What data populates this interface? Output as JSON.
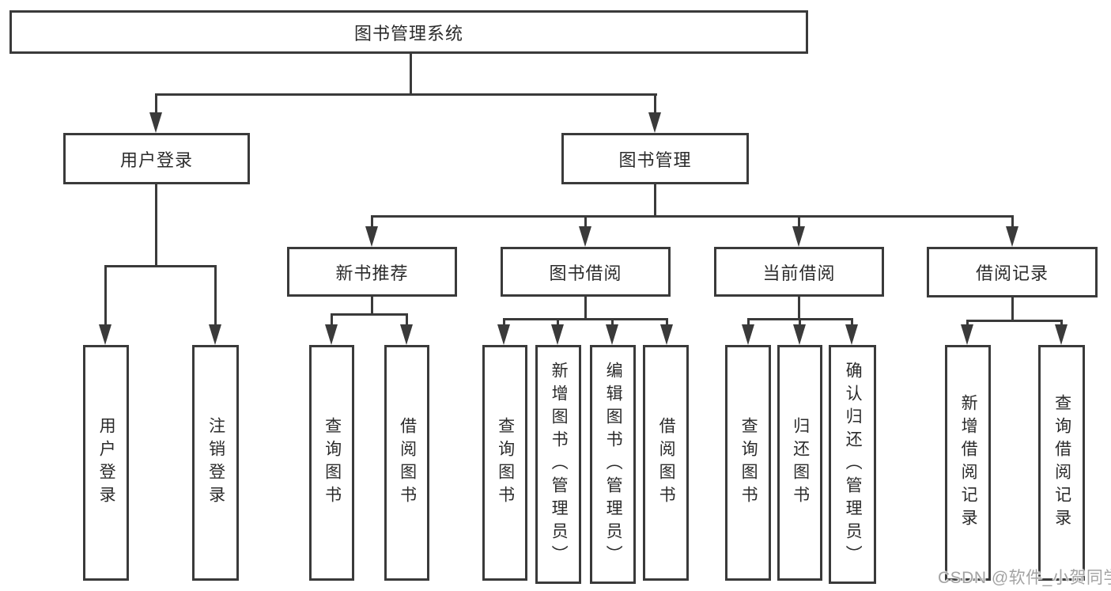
{
  "title": "图书管理系统",
  "branches": {
    "user_login": {
      "label": "用户登录",
      "leaves": [
        "用户登录",
        "注销登录"
      ]
    },
    "book_mgmt": {
      "label": "图书管理"
    }
  },
  "sections": [
    {
      "label": "新书推荐",
      "leaves": [
        "查询图书",
        "借阅图书"
      ]
    },
    {
      "label": "图书借阅",
      "leaves": [
        "查询图书",
        "新增图书（管理员）",
        "编辑图书（管理员）",
        "借阅图书"
      ]
    },
    {
      "label": "当前借阅",
      "leaves": [
        "查询图书",
        "归还图书",
        "确认归还（管理员）"
      ]
    },
    {
      "label": "借阅记录",
      "leaves": [
        "新增借阅记录",
        "查询借阅记录"
      ]
    }
  ],
  "watermark": "CSDN @软件_小贺同学",
  "colors": {
    "line": "#3a3a3a",
    "text": "#2b2b2b",
    "watermark": "#a3a3a3"
  }
}
